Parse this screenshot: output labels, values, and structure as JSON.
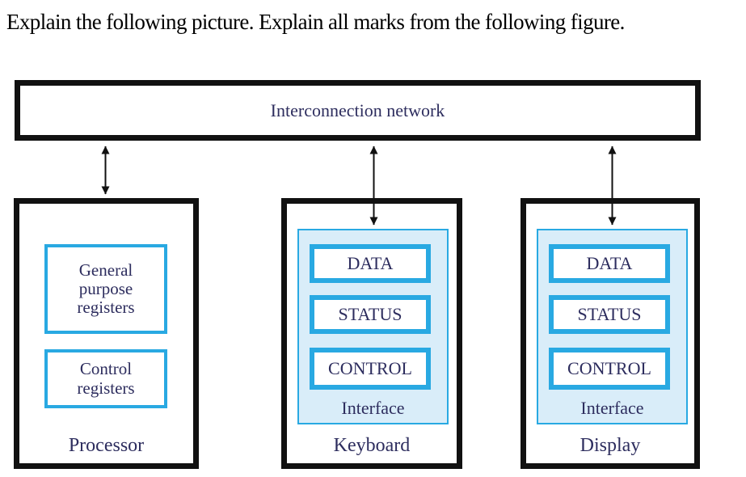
{
  "caption": "Explain the following picture. Explain all marks from the following figure.",
  "colors": {
    "accent": "#29A9E2",
    "interface_fill": "#D9EDF9",
    "box_border": "#111111",
    "diagram_text": "#2D2D5E",
    "caption_text": "#000000"
  },
  "network": {
    "label": "Interconnection network"
  },
  "processor": {
    "label": "Processor",
    "registers": [
      {
        "label": "General purpose registers"
      },
      {
        "label": "Control registers"
      }
    ]
  },
  "devices": [
    {
      "label": "Keyboard",
      "interface_label": "Interface",
      "registers": [
        "DATA",
        "STATUS",
        "CONTROL"
      ]
    },
    {
      "label": "Display",
      "interface_label": "Interface",
      "registers": [
        "DATA",
        "STATUS",
        "CONTROL"
      ]
    }
  ]
}
